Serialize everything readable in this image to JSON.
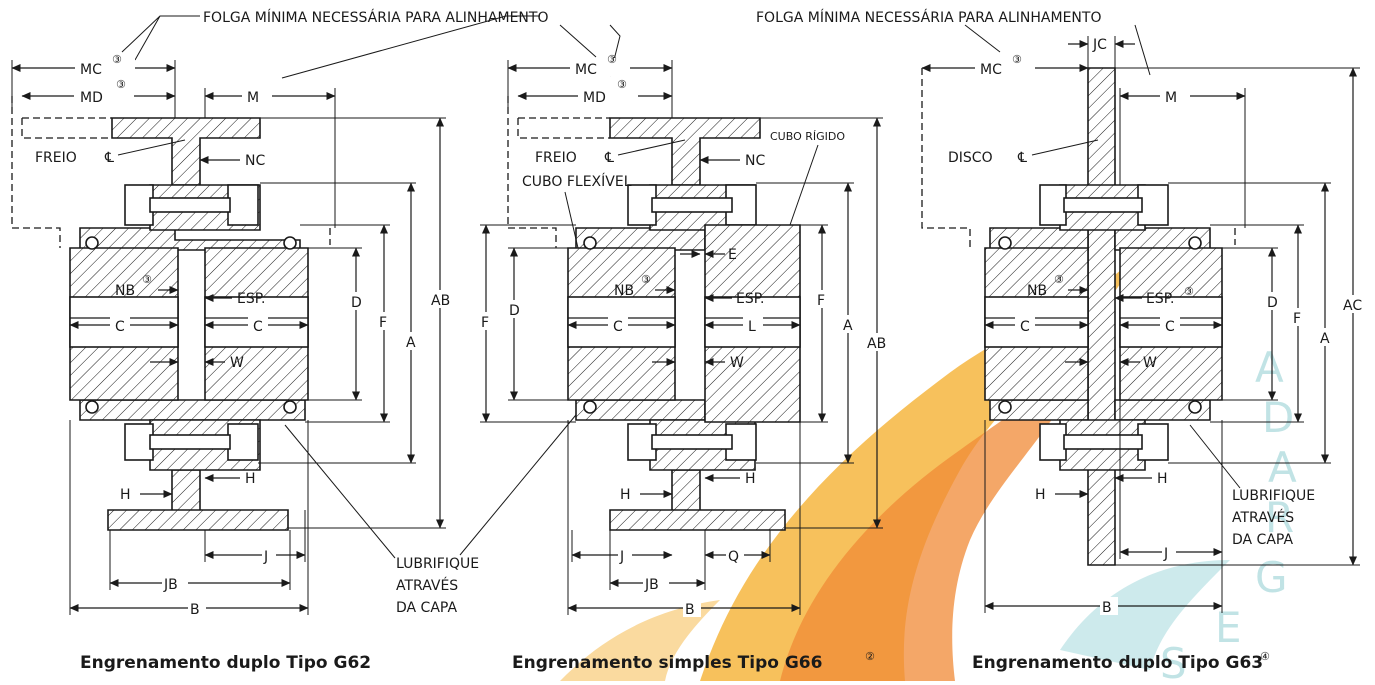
{
  "watermark": {
    "letters": [
      "A",
      "D",
      "A",
      "R",
      "G",
      "E",
      "S"
    ],
    "colors": {
      "flame_outer": "#f6b640",
      "flame_inner": "#f08a35",
      "tint": "#6fc3c8"
    }
  },
  "top_notes": {
    "left": "FOLGA MÍNIMA NECESSÁRIA PARA ALINHAMENTO",
    "right": "FOLGA MÍNIMA NECESSÁRIA PARA ALINHAMENTO"
  },
  "footnote_mark": "③",
  "diagrams": [
    {
      "id": "g62",
      "caption": "Engrenamento duplo Tipo  G62",
      "labels": {
        "mc": "MC",
        "md": "MD",
        "m": "M",
        "freio": "FREIO",
        "cl": "℄",
        "nc": "NC",
        "nb": "NB",
        "esp": "ESP.",
        "c_left": "C",
        "c_right": "C",
        "w": "W",
        "d": "D",
        "f": "F",
        "a": "A",
        "ab": "AB",
        "h1": "H",
        "h2": "H",
        "j": "J",
        "jb": "JB",
        "b": "B"
      }
    },
    {
      "id": "g66",
      "caption": "Engrenamento simples Tipo  G66",
      "caption_sup": "②",
      "labels": {
        "mc": "MC",
        "md": "MD",
        "freio": "FREIO",
        "cl": "℄",
        "nc": "NC",
        "cubo_rigido": "CUBO RÍGIDO",
        "cubo_flexivel": "CUBO FLEXÍVEL",
        "e": "E",
        "f_left": "F",
        "d": "D",
        "nb": "NB",
        "esp": "ESP.",
        "c": "C",
        "l": "L",
        "w": "W",
        "f_right": "F",
        "a": "A",
        "ab": "AB",
        "h1": "H",
        "h2": "H",
        "j": "J",
        "q": "Q",
        "jb": "JB",
        "b": "B"
      }
    },
    {
      "id": "g63",
      "caption": "Engrenamento duplo Tipo  G63",
      "caption_sup": "④",
      "labels": {
        "mc": "MC",
        "jc": "JC",
        "m": "M",
        "disco": "DISCO",
        "cl": "℄",
        "nb": "NB",
        "esp": "ESP.",
        "c_left": "C",
        "c_right": "C",
        "w": "W",
        "d": "D",
        "f": "F",
        "a": "A",
        "ac": "AC",
        "h1": "H",
        "h2": "H",
        "j": "J",
        "b": "B"
      }
    }
  ],
  "lubrique": {
    "left": [
      "LUBRIFIQUE",
      "ATRAVÉS",
      "DA CAPA"
    ],
    "right": [
      "LUBRIFIQUE",
      "ATRAVÉS",
      "DA CAPA"
    ]
  }
}
